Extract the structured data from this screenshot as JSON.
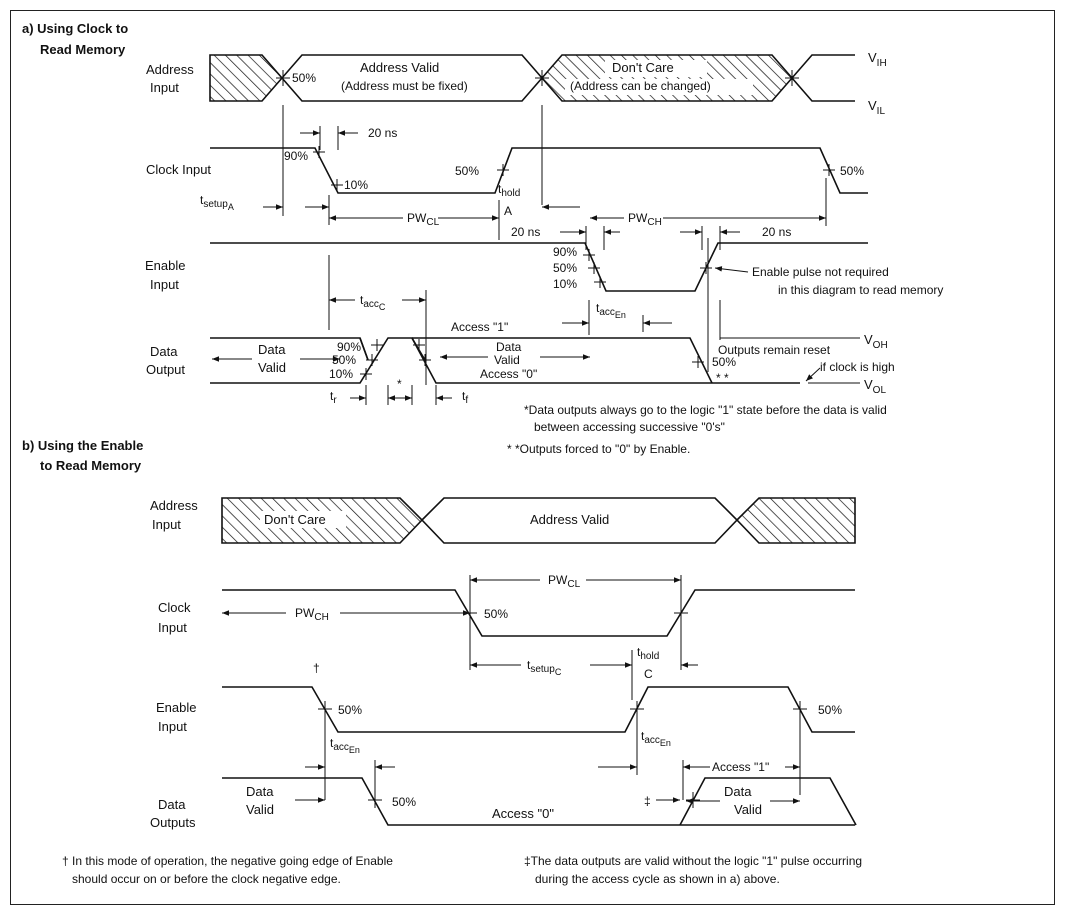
{
  "section_a": {
    "title_1": "a) Using Clock to",
    "title_2": "Read Memory",
    "addr_label_1": "Address",
    "addr_label_2": "Input",
    "pct50_addr": "50%",
    "address_valid": "Address Valid",
    "address_fixed": "(Address must be fixed)",
    "dont_care": "Don't Care",
    "address_changed": "(Address can be changed)",
    "vih": "V",
    "vih_sub": "IH",
    "vil": "V",
    "vil_sub": "IL",
    "clock_label": "Clock Input",
    "ns20_a": "20 ns",
    "pct90_clk": "90%",
    "pct10_clk": "10%",
    "pct50_clk_rise": "50%",
    "pct50_clk_fall": "50%",
    "tsetup": "t",
    "tsetup_sub": "setup",
    "tsetup_subsub": "A",
    "thold": "t",
    "thold_sub": "hold",
    "thold_A": "A",
    "pwcl": "PW",
    "pwcl_sub": "CL",
    "pwch": "PW",
    "pwch_sub": "CH",
    "ns20_b": "20 ns",
    "ns20_c": "20 ns",
    "enable_label_1": "Enable",
    "enable_label_2": "Input",
    "pct90_en": "90%",
    "pct50_en": "50%",
    "pct10_en": "10%",
    "enable_note_1": "Enable pulse not required",
    "enable_note_2": "in this diagram to read memory",
    "taccc": "t",
    "taccc_sub": "acc",
    "taccc_subsub": "C",
    "taccen": "t",
    "taccen_sub": "acc",
    "taccen_subsub": "En",
    "access1": "Access \"1\"",
    "voh": "V",
    "voh_sub": "OH",
    "vol": "V",
    "vol_sub": "OL",
    "data_label_1": "Data",
    "data_label_2": "Output",
    "data_valid_l1": "Data",
    "data_valid_l2": "Valid",
    "pct90_d": "90%",
    "pct50_d": "50%",
    "pct10_d": "10%",
    "data_valid_m1": "Data",
    "data_valid_m2": "Valid",
    "access0": "Access \"0\"",
    "pct50_d2": "50%",
    "outputs_reset_1": "Outputs remain reset",
    "outputs_reset_2": "if clock is high",
    "star": "*",
    "dstar": "* *",
    "tr": "t",
    "tr_sub": "r",
    "tf": "t",
    "tf_sub": "f",
    "note1_1": "*Data outputs always go to the logic \"1\" state before the data is valid",
    "note1_2": "between accessing successive \"0's\"",
    "note2": "* *Outputs forced to \"0\" by Enable."
  },
  "section_b": {
    "title_1": "b) Using the Enable",
    "title_2": "to Read Memory",
    "addr_label_1": "Address",
    "addr_label_2": "Input",
    "dont_care": "Don't Care",
    "address_valid": "Address Valid",
    "clock_label_1": "Clock",
    "clock_label_2": "Input",
    "pwch": "PW",
    "pwch_sub": "CH",
    "pwcl": "PW",
    "pwcl_sub": "CL",
    "pct50_clk": "50%",
    "tsetupc": "t",
    "tsetupc_sub": "setup",
    "tsetupc_subsub": "C",
    "tholdc": "t",
    "tholdc_sub": "hold",
    "tholdc_C": "C",
    "dagger": "†",
    "enable_label_1": "Enable",
    "enable_label_2": "Input",
    "pct50_en1": "50%",
    "pct50_en2": "50%",
    "taccen1": "t",
    "taccen1_sub": "acc",
    "taccen1_subsub": "En",
    "taccen2": "t",
    "taccen2_sub": "acc",
    "taccen2_subsub": "En",
    "data_label_1": "Data",
    "data_label_2": "Outputs",
    "data_valid_1": "Data",
    "data_valid_2": "Valid",
    "pct50_d": "50%",
    "access0": "Access \"0\"",
    "ddagger": "‡",
    "access1": "Access \"1\"",
    "data_valid_r1": "Data",
    "data_valid_r2": "Valid",
    "foot_l1": "† In this mode of operation, the negative going edge of Enable",
    "foot_l2": "should occur on or before the clock negative edge.",
    "foot_r1": "‡The data outputs are valid without the logic \"1\" pulse occurring",
    "foot_r2": "during the access cycle as shown in a) above."
  }
}
